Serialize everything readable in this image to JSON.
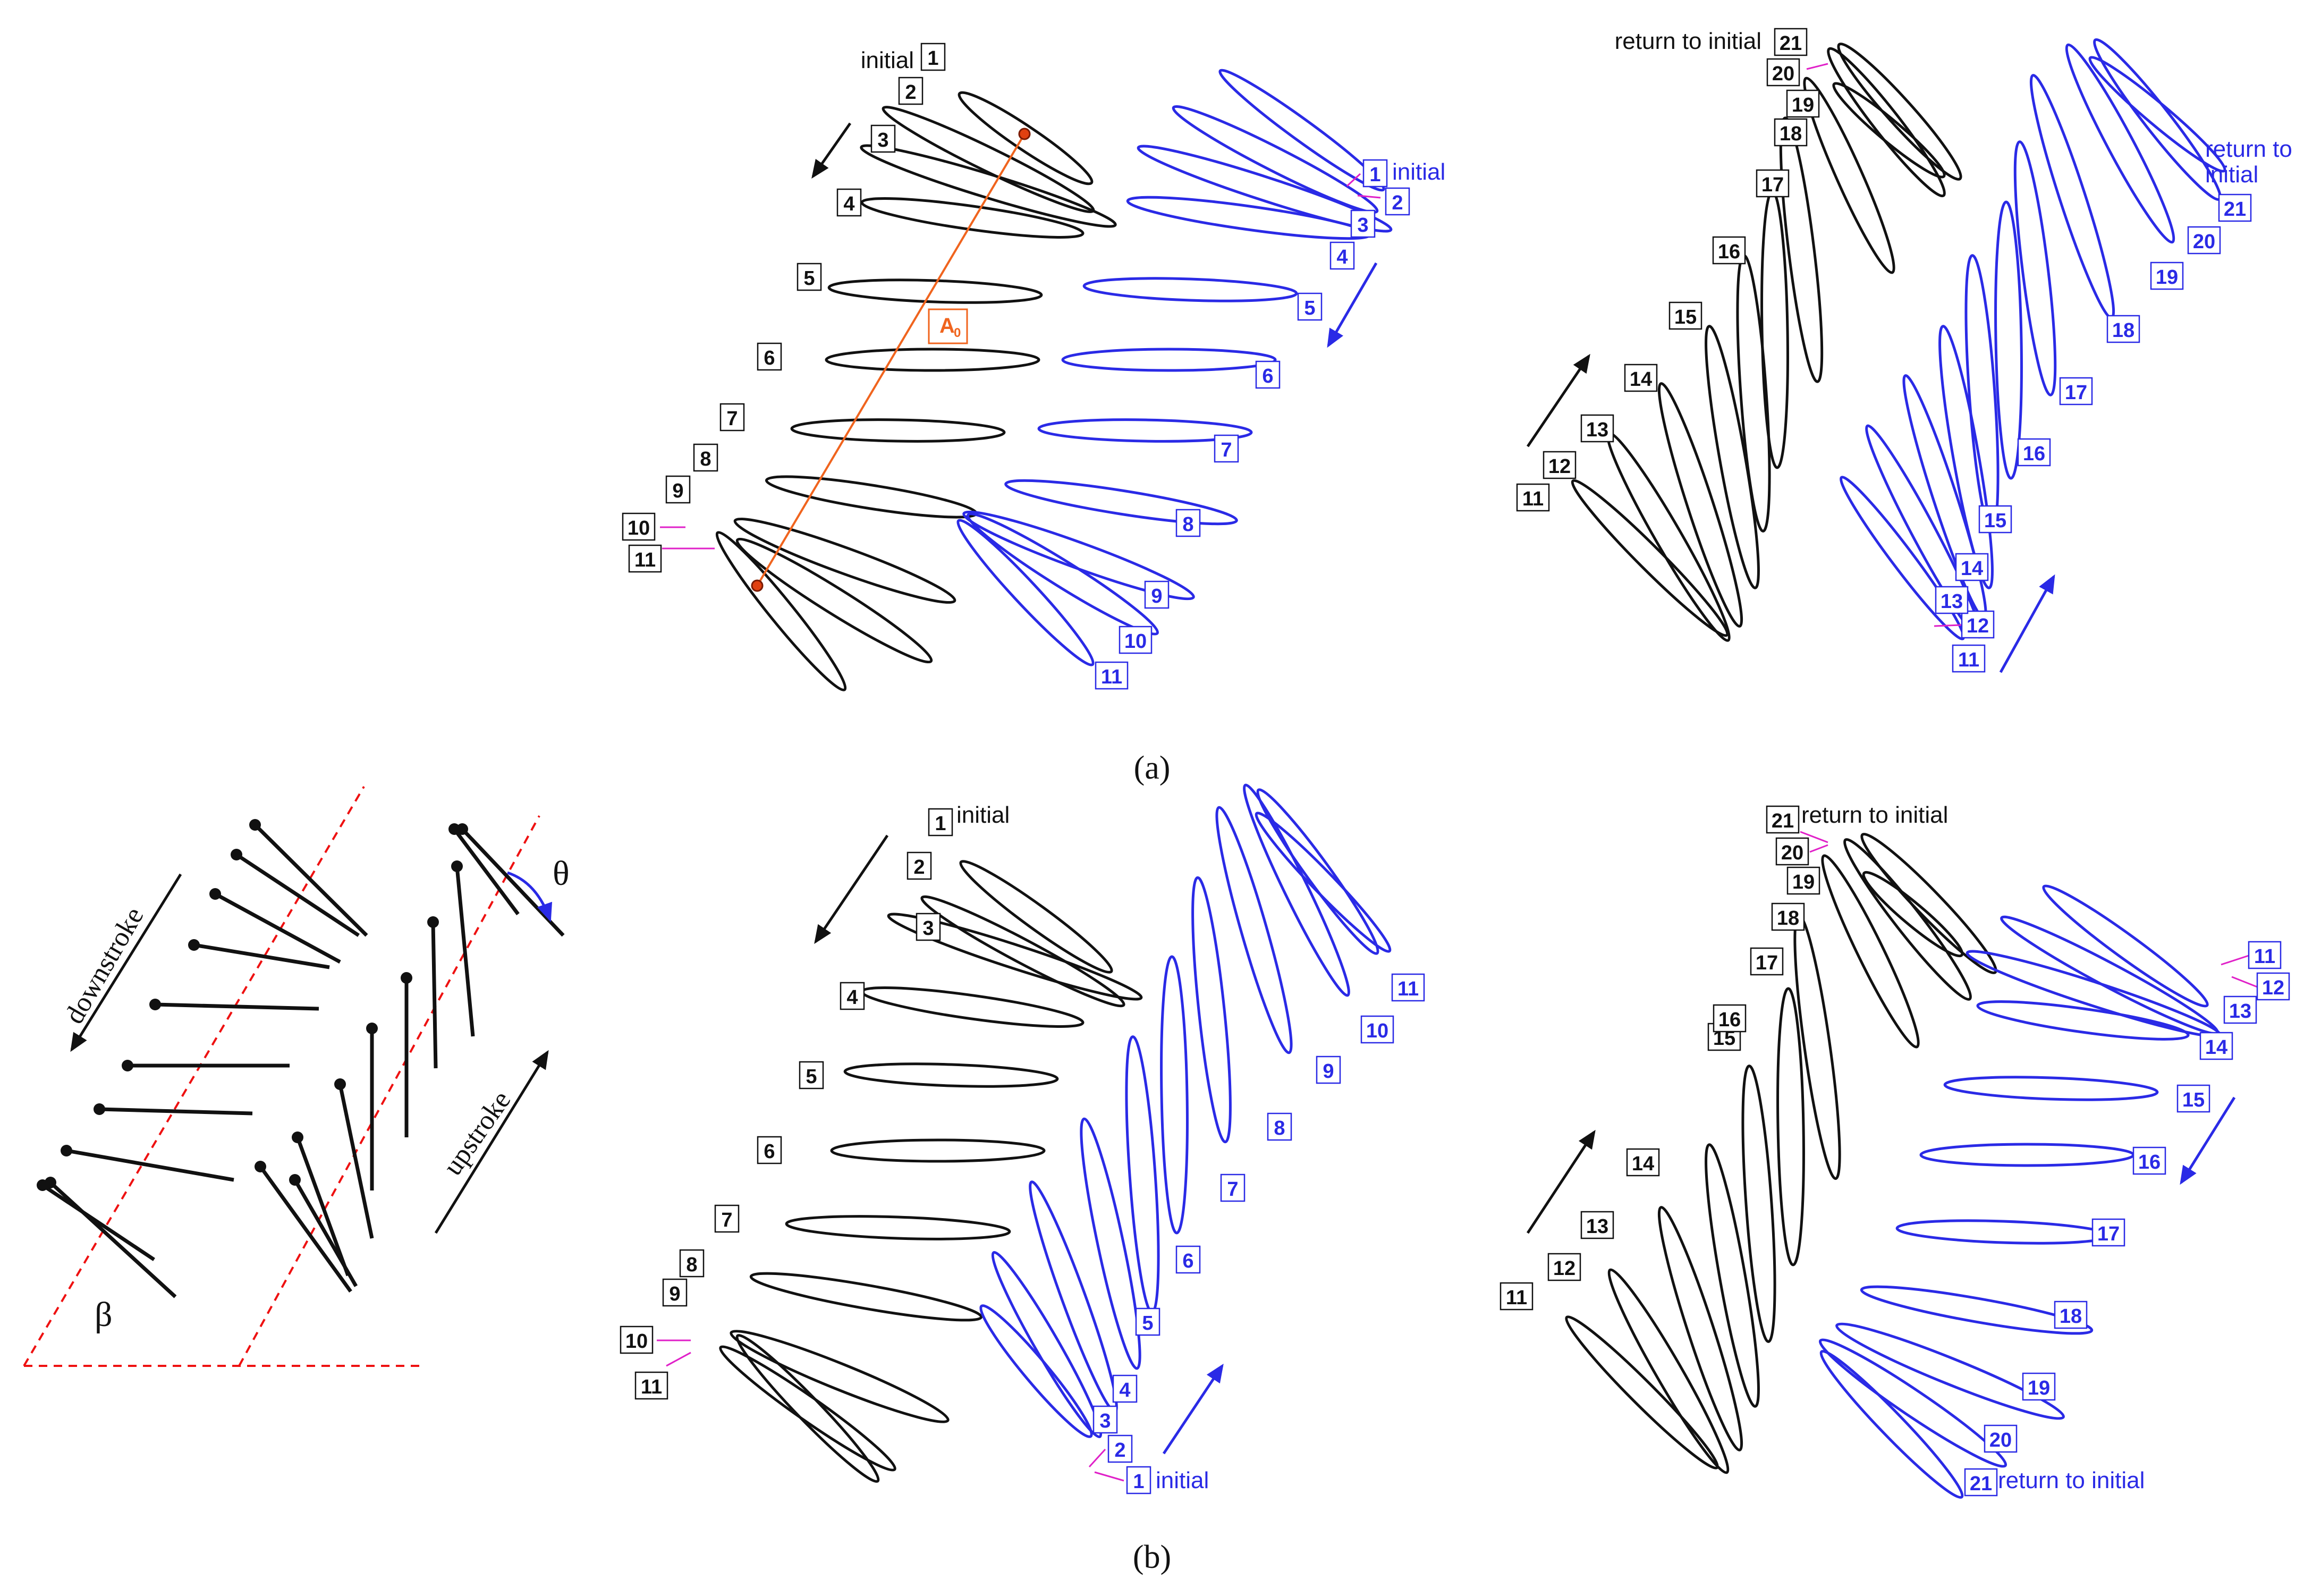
{
  "colors": {
    "black": "#111111",
    "blue": "#2a2ae6",
    "magenta": "#e020c8",
    "orange": "#f0641e",
    "red_dashed": "#ee1111"
  },
  "panel_a": {
    "caption": "(a)",
    "downstroke": {
      "start_label": "initial",
      "front_wing": [
        "1",
        "2",
        "3",
        "4",
        "5",
        "6",
        "7",
        "8",
        "9",
        "10",
        "11"
      ],
      "rear_wing": [
        "1",
        "2",
        "3",
        "4",
        "5",
        "6",
        "7",
        "8",
        "9",
        "10",
        "11"
      ],
      "rear_start_label": "initial",
      "distance_label": "A",
      "distance_subscript": "0"
    },
    "upstroke": {
      "end_label": "return to initial",
      "front_wing": [
        "11",
        "12",
        "13",
        "14",
        "15",
        "16",
        "17",
        "18",
        "19",
        "20",
        "21"
      ],
      "rear_wing": [
        "11",
        "12",
        "13",
        "14",
        "15",
        "16",
        "17",
        "18",
        "19",
        "20",
        "21"
      ],
      "rear_end_label": "return to initial"
    }
  },
  "panel_b": {
    "caption": "(b)",
    "schematic": {
      "downstroke_label": "downstroke",
      "upstroke_label": "upstroke",
      "beta": "β",
      "theta": "θ"
    },
    "downstroke": {
      "start_label": "initial",
      "front_wing": [
        "1",
        "2",
        "3",
        "4",
        "5",
        "6",
        "7",
        "8",
        "9",
        "10",
        "11"
      ],
      "rear_wing": [
        "1",
        "2",
        "3",
        "4",
        "5",
        "6",
        "7",
        "8",
        "9",
        "10",
        "11"
      ],
      "rear_start_label": "initial"
    },
    "upstroke": {
      "end_label": "return to initial",
      "front_wing": [
        "11",
        "12",
        "13",
        "14",
        "15",
        "16",
        "17",
        "18",
        "19",
        "20",
        "21"
      ],
      "rear_wing": [
        "11",
        "12",
        "13",
        "14",
        "15",
        "16",
        "17",
        "18",
        "19",
        "20",
        "21"
      ],
      "rear_end_label": "return to initial"
    }
  }
}
